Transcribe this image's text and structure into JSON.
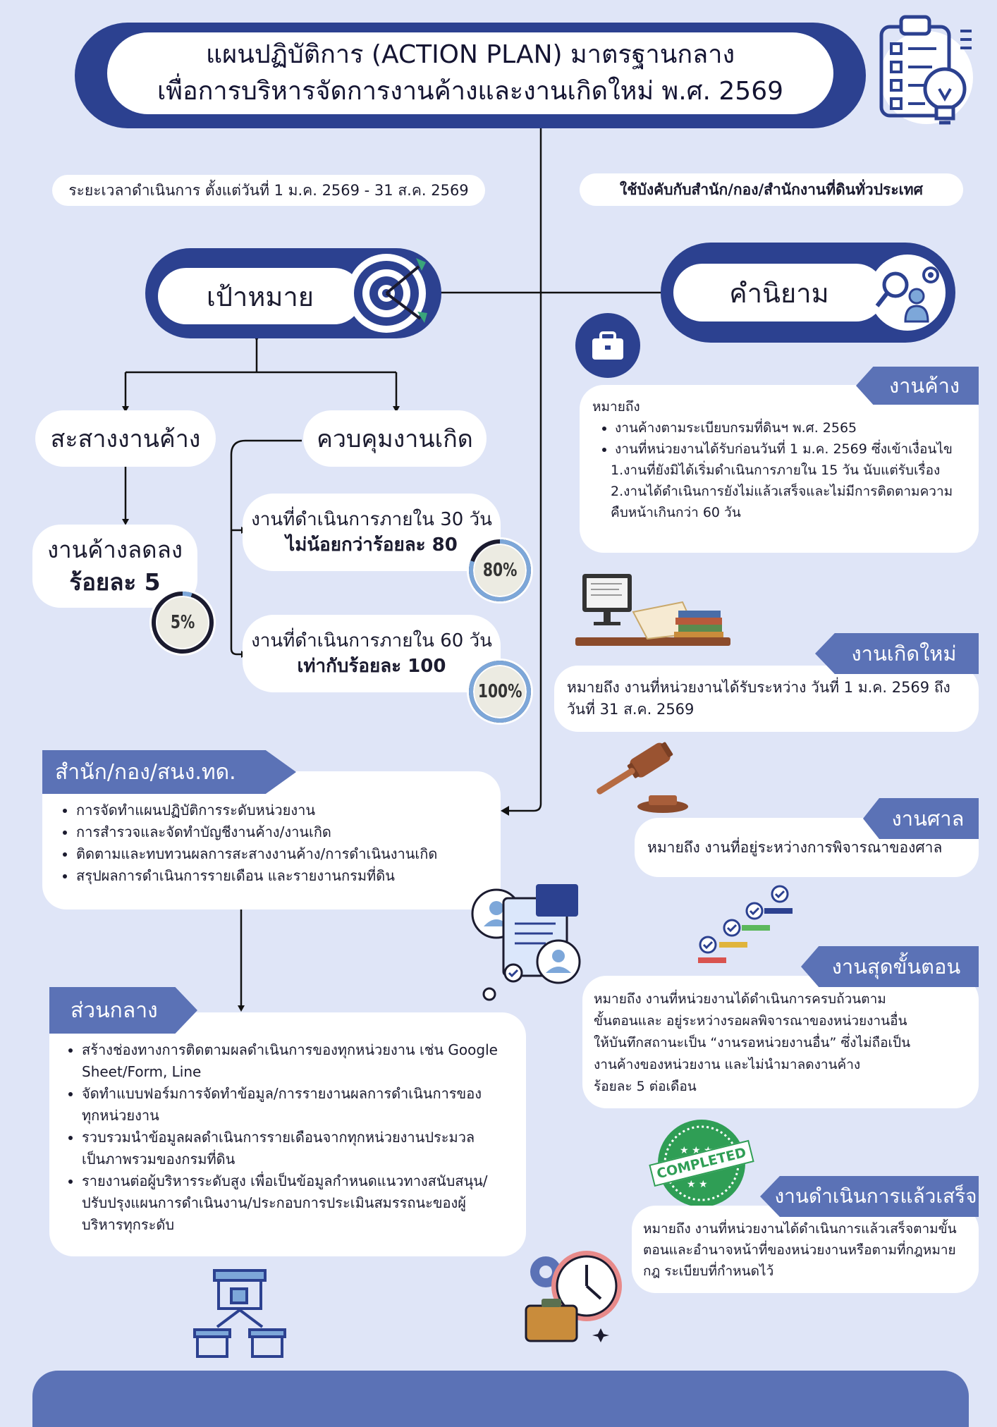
{
  "header": {
    "title_line1": "แผนปฏิบัติการ (ACTION PLAN) มาตรฐานกลาง",
    "title_line2": "เพื่อการบริหารจัดการงานค้างและงานเกิดใหม่ พ.ศ. 2569"
  },
  "period_text": "ระยะเวลาดำเนินการ ตั้งแต่วันที่ 1 ม.ค. 2569 - 31 ส.ค. 2569",
  "scope_text": "ใช้บังคับกับสำนัก/กอง/สำนักงานที่ดินทั่วประเทศ",
  "goals": {
    "title": "เป้าหมาย",
    "clear_backlog": {
      "title": "สะสางงานค้าง",
      "result_line1": "งานค้างลดลง",
      "result_line2": "ร้อยละ 5",
      "badge": "5%",
      "percent": 5
    },
    "control_new": {
      "title": "ควบคุมงานเกิด",
      "items": [
        {
          "line1": "งานที่ดำเนินการภายใน 30 วัน",
          "line2": "ไม่น้อยกว่าร้อยละ 80",
          "badge": "80%",
          "percent": 80
        },
        {
          "line1": "งานที่ดำเนินการภายใน 60 วัน",
          "line2": "เท่ากับร้อยละ 100",
          "badge": "100%",
          "percent": 100
        }
      ]
    }
  },
  "units": {
    "title": "สำนัก/กอง/สนง.ทด.",
    "items": [
      "การจัดทำแผนปฏิบัติการระดับหน่วยงาน",
      "การสำรวจและจัดทำบัญชีงานค้าง/งานเกิด",
      "ติดตามและทบทวนผลการสะสางงานค้าง/การดำเนินงานเกิด",
      "สรุปผลการดำเนินการรายเดือน และรายงานกรมที่ดิน"
    ]
  },
  "central": {
    "title": "ส่วนกลาง",
    "items": [
      "สร้างช่องทางการติดตามผลดำเนินการของทุกหน่วยงาน เช่น Google Sheet/Form, Line",
      "จัดทำแบบฟอร์มการจัดทำข้อมูล/การรายงานผลการดำเนินการของทุกหน่วยงาน",
      "รวบรวมนำข้อมูลผลดำเนินการรายเดือนจากทุกหน่วยงานประมวลเป็นภาพรวมของกรมที่ดิน",
      "รายงานต่อผู้บริหารระดับสูง เพื่อเป็นข้อมูลกำหนดแนวทางสนับสนุน/ปรับปรุงแผนการดำเนินงาน/ประกอบการประเมินสมรรถนะของผู้บริหารทุกระดับ"
    ]
  },
  "definitions": {
    "title": "คำนิยาม",
    "backlog": {
      "title": "งานค้าง",
      "intro": "หมายถึง",
      "bullets": [
        "งานค้างตามระเบียบกรมที่ดินฯ พ.ศ. 2565",
        "งานที่หน่วยงานได้รับก่อนวันที่ 1 ม.ค. 2569 ซึ่งเข้าเงื่อนไข"
      ],
      "conditions": [
        "1.งานที่ยังมิได้เริ่มดำเนินการภายใน 15 วัน นับแต่รับเรื่อง",
        "2.งานได้ดำเนินการยังไม่แล้วเสร็จและไม่มีการติดตามความคืบหน้าเกินกว่า 60 วัน"
      ]
    },
    "new_work": {
      "title": "งานเกิดใหม่",
      "text": "หมายถึง งานที่หน่วยงานได้รับระหว่าง วันที่ 1 ม.ค. 2569 ถึงวันที่ 31 ส.ค. 2569"
    },
    "court": {
      "title": "งานศาล",
      "text": "หมายถึง งานที่อยู่ระหว่างการพิจารณาของศาล"
    },
    "final_step": {
      "title": "งานสุดขั้นตอน",
      "text_line1": "หมายถึง งานที่หน่วยงานได้ดำเนินการครบถ้วนตาม",
      "text_line2": "ขั้นตอนและ อยู่ระหว่างรอผลพิจารณาของหน่วยงานอื่น",
      "text_line3": "ให้บันทึกสถานะเป็น “งานรอหน่วยงานอื่น” ซึ่งไม่ถือเป็น",
      "text_line4": "งานค้างของหน่วยงาน และไม่นำมาลดงานค้าง",
      "text_line5": "ร้อยละ 5 ต่อเดือน"
    },
    "completed": {
      "title": "งานดำเนินการแล้วเสร็จ",
      "stamp": "COMPLETED",
      "text": "หมายถึง งานที่หน่วยงานได้ดำเนินการแล้วเสร็จตามขั้นตอนและอำนาจหน้าที่ของหน่วยงานหรือตามที่กฎหมาย กฎ ระเบียบที่กำหนดไว้"
    }
  },
  "colors": {
    "navy": "#2c4190",
    "slate": "#5b72b6",
    "background": "#dfe5f7",
    "progress": "#7da7d9"
  }
}
